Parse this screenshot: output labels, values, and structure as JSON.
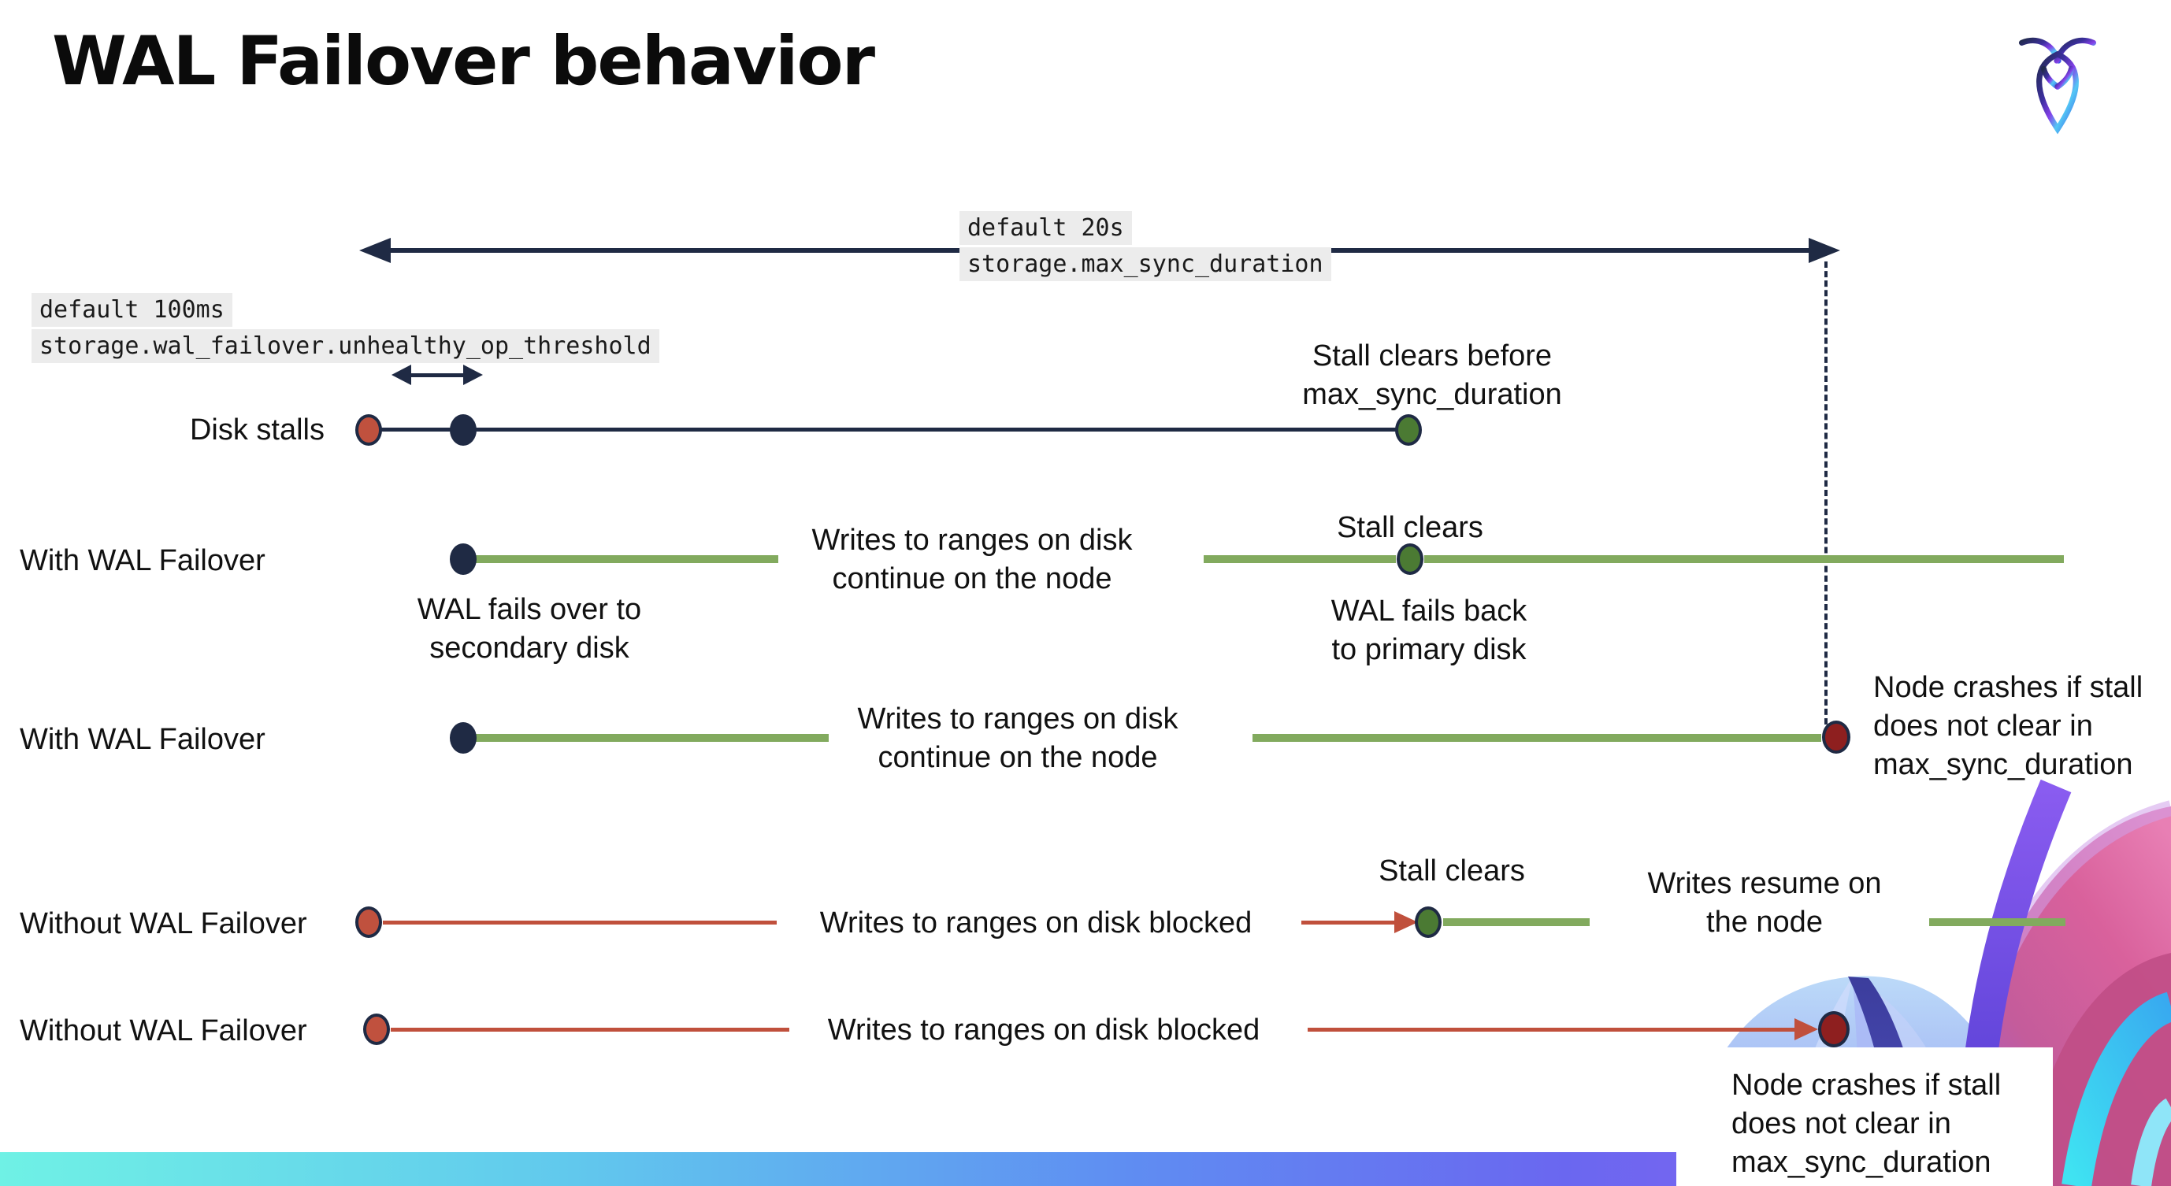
{
  "slide": {
    "title": "WAL Failover behavior"
  },
  "logo": {
    "name": "cockroachdb-mark"
  },
  "callouts": {
    "max_sync_duration": {
      "default_label": "default 20s",
      "setting": "storage.max_sync_duration"
    },
    "unhealthy_op_threshold": {
      "default_label": "default 100ms",
      "setting": "storage.wal_failover.unhealthy_op_threshold"
    }
  },
  "rows": [
    {
      "label": "Disk stalls"
    },
    {
      "label": "With WAL Failover"
    },
    {
      "label": "With WAL Failover"
    },
    {
      "label": "Without WAL Failover"
    },
    {
      "label": "Without WAL Failover"
    }
  ],
  "annotations": {
    "stall_clears_before": "Stall clears before\nmax_sync_duration",
    "stall_clears": "Stall clears",
    "wal_fails_over": "WAL fails over to\nsecondary disk",
    "wal_fails_back": "WAL fails  back\nto primary disk",
    "writes_continue": "Writes to ranges on disk\ncontinue on the node",
    "writes_blocked": "Writes to ranges on disk  blocked",
    "writes_resume": "Writes resume on\nthe node",
    "node_crashes": "Node crashes if stall\ndoes not clear in\nmax_sync_duration"
  },
  "colors": {
    "navy": "#1f2a44",
    "green-line": "#82aa5e",
    "green-dot": "#4b7a33",
    "red-line": "#c0503c",
    "red-dot": "#c0513e",
    "crash-red": "#8e1f1f",
    "code-bg": "#ececec",
    "bar-start": "#6ff1e5",
    "bar-mid": "#5f8df2",
    "bar-end": "#9a63ee"
  }
}
